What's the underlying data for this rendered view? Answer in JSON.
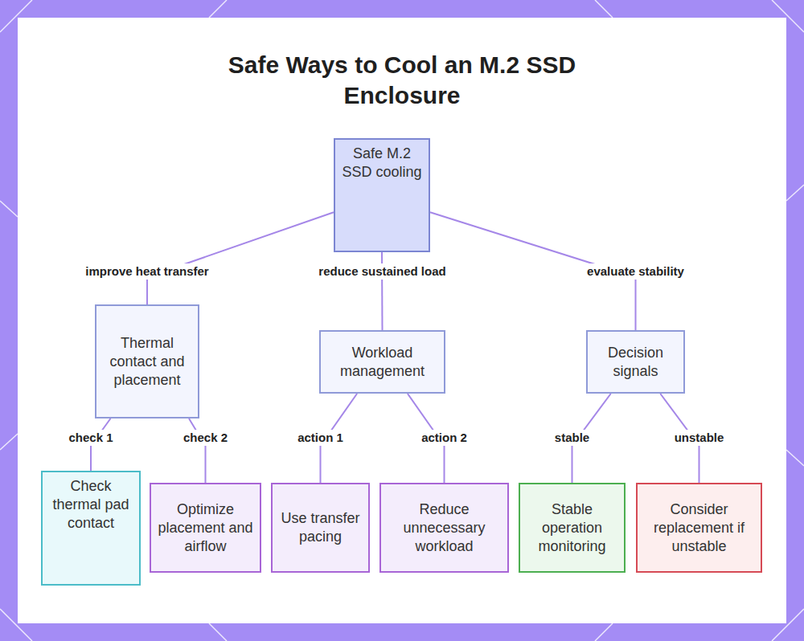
{
  "diagram": {
    "title": "Safe Ways to Cool an M.2 SSD Enclosure",
    "nodes": [
      {
        "text": [
          "Safe M.2 SSD cooling"
        ]
      },
      {
        "text": [
          "Thermal contact and placement"
        ]
      },
      {
        "text": [
          "Workload management"
        ]
      },
      {
        "text": [
          "Decision signals"
        ]
      },
      {
        "text": [
          "Check thermal pad contact"
        ]
      },
      {
        "text": [
          "Optimize placement and airflow"
        ]
      },
      {
        "text": [
          "Use transfer pacing"
        ]
      },
      {
        "text": [
          "Reduce unnecessary workload"
        ]
      },
      {
        "text": [
          "Stable operation monitoring"
        ]
      },
      {
        "text": [
          "Consider replacement if unstable"
        ]
      }
    ],
    "edges": [
      {
        "from": 0,
        "to": 1,
        "label": "improve heat transfer",
        "arrow": "none"
      },
      {
        "from": 0,
        "to": 2,
        "label": "reduce sustained load",
        "arrow": "none"
      },
      {
        "from": 0,
        "to": 3,
        "label": "evaluate stability",
        "arrow": "none"
      },
      {
        "from": 1,
        "to": 4,
        "label": "check 1",
        "arrow": "none"
      },
      {
        "from": 1,
        "to": 5,
        "label": "check 2",
        "arrow": "none"
      },
      {
        "from": 2,
        "to": 6,
        "label": "action 1",
        "arrow": "none"
      },
      {
        "from": 2,
        "to": 7,
        "label": "action 2",
        "arrow": "none"
      },
      {
        "from": 3,
        "to": 8,
        "label": "stable",
        "arrow": "none"
      },
      {
        "from": 3,
        "to": 9,
        "label": "unstable",
        "arrow": "none"
      }
    ]
  }
}
